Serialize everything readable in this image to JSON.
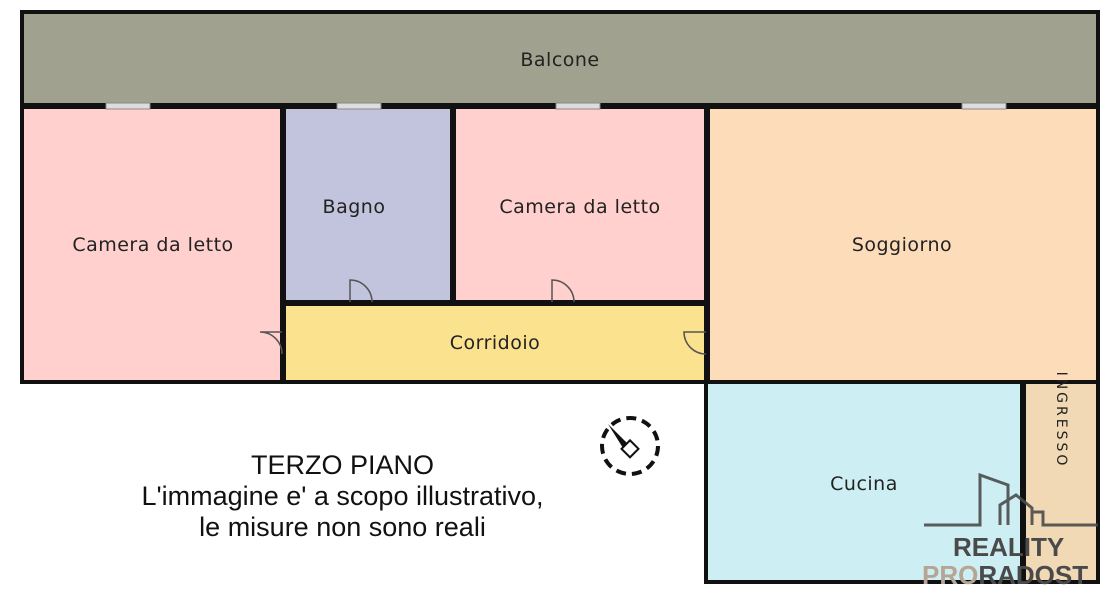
{
  "rooms": {
    "balcone": "Balcone",
    "camera_left": "Camera da letto",
    "bagno": "Bagno",
    "camera_mid": "Camera da letto",
    "soggiorno": "Soggiorno",
    "corridoio": "Corridoio",
    "cucina": "Cucina",
    "ingresso": "INGRESSO"
  },
  "colors": {
    "balcone": "#a0a28f",
    "camera": "#ffd0ce",
    "bagno": "#c2c3dc",
    "soggiorno": "#fddcba",
    "corridoio": "#fbe28e",
    "cucina": "#cdeef2",
    "ingresso": "#f2d9b5",
    "wall": "#111111"
  },
  "note": {
    "line1": "TERZO PIANO",
    "line2": "L'immagine e' a scopo illustrativo,",
    "line3": "le misure non sono reali"
  },
  "watermark": {
    "line1": "REALITY",
    "line2a": "PRO",
    "line2b": "RADOST"
  },
  "icons": {
    "compass": "compass-icon"
  }
}
